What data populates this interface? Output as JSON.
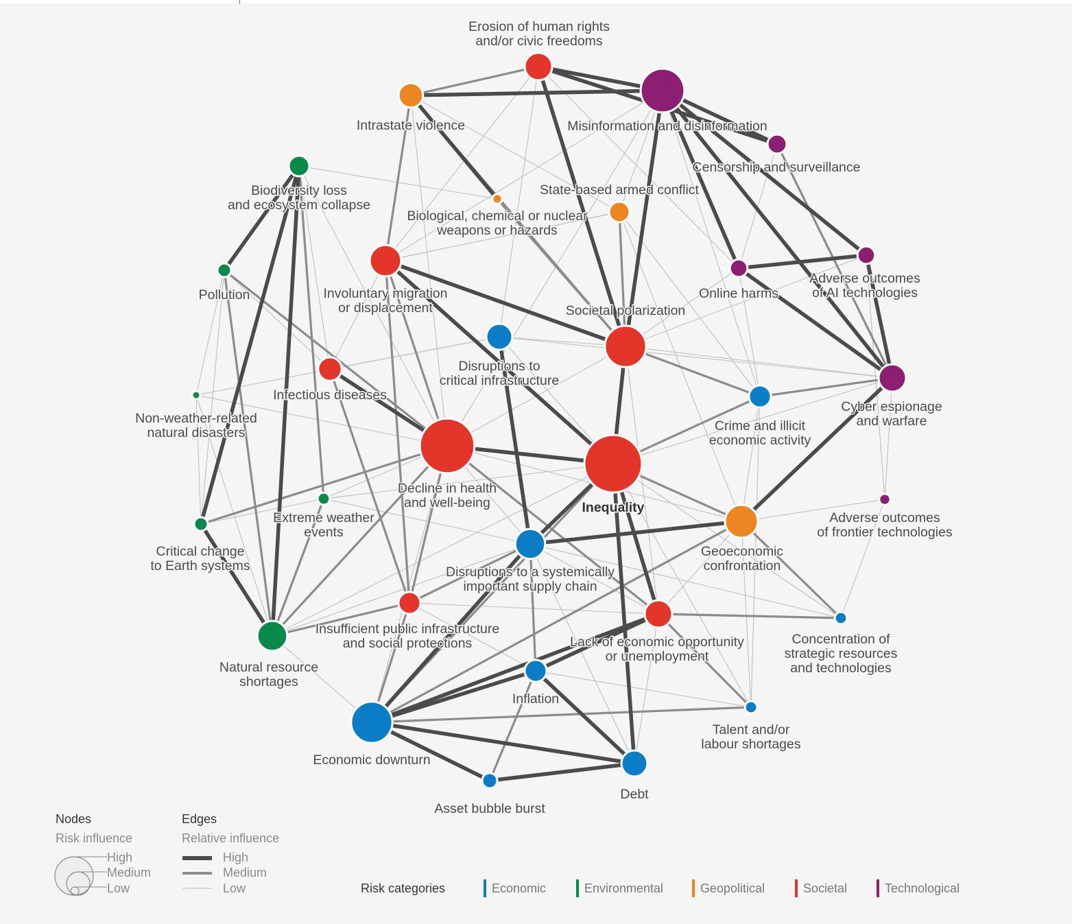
{
  "categories": [
    {
      "id": "economic",
      "label": "Economic",
      "color": "#0b7dc6"
    },
    {
      "id": "environmental",
      "label": "Environmental",
      "color": "#0a8a4a"
    },
    {
      "id": "geopolitical",
      "label": "Geopolitical",
      "color": "#ec8622"
    },
    {
      "id": "societal",
      "label": "Societal",
      "color": "#e3352a"
    },
    {
      "id": "technological",
      "label": "Technological",
      "color": "#8d1f73"
    }
  ],
  "edge_colors": {
    "high": "#4b4b4b",
    "medium": "#8c8c8c",
    "low": "#c4c4c4"
  },
  "nodes": [
    {
      "id": "erosion",
      "label": [
        "Erosion of human rights",
        "and/or civic freedoms"
      ],
      "category": "societal",
      "influence": 0.39
    },
    {
      "id": "intrastate",
      "label": [
        "Intrastate violence"
      ],
      "category": "geopolitical",
      "influence": 0.33
    },
    {
      "id": "misinfo",
      "label": [
        "Misinformation and disinformation"
      ],
      "category": "technological",
      "influence": 0.72
    },
    {
      "id": "censorship",
      "label": [
        "Censorship and surveillance"
      ],
      "category": "technological",
      "influence": 0.22
    },
    {
      "id": "biodiversity",
      "label": [
        "Biodiversity loss",
        "and ecosystem collapse"
      ],
      "category": "environmental",
      "influence": 0.25
    },
    {
      "id": "biochem",
      "label": [
        "Biological, chemical or nuclear",
        "weapons or hazards"
      ],
      "category": "geopolitical",
      "influence": 0.03
    },
    {
      "id": "stateconflict",
      "label": [
        "State-based armed conflict"
      ],
      "category": "geopolitical",
      "influence": 0.25
    },
    {
      "id": "pollution",
      "label": [
        "Pollution"
      ],
      "category": "environmental",
      "influence": 0.11
    },
    {
      "id": "involuntary",
      "label": [
        "Involuntary migration",
        "or displacement"
      ],
      "category": "societal",
      "influence": 0.47
    },
    {
      "id": "onlineharms",
      "label": [
        "Online harms"
      ],
      "category": "technological",
      "influence": 0.19
    },
    {
      "id": "adverseai",
      "label": [
        "Adverse outcomes",
        "of AI technologies"
      ],
      "category": "technological",
      "influence": 0.19
    },
    {
      "id": "infra",
      "label": [
        "Disruptions to",
        "critical infrastructure"
      ],
      "category": "economic",
      "influence": 0.36
    },
    {
      "id": "polarization",
      "label": [
        "Societal polarization"
      ],
      "category": "societal",
      "influence": 0.67
    },
    {
      "id": "infectious",
      "label": [
        "Infectious diseases"
      ],
      "category": "societal",
      "influence": 0.31
    },
    {
      "id": "nonweather",
      "label": [
        "Non-weather-related",
        "natural disasters"
      ],
      "category": "environmental",
      "influence": 0.0
    },
    {
      "id": "crime",
      "label": [
        "Crime and illicit",
        "economic activity"
      ],
      "category": "economic",
      "influence": 0.28
    },
    {
      "id": "cyber",
      "label": [
        "Cyber espionage",
        "and warfare"
      ],
      "category": "technological",
      "influence": 0.39
    },
    {
      "id": "health",
      "label": [
        "Decline in health",
        "and well-being"
      ],
      "category": "societal",
      "influence": 0.94
    },
    {
      "id": "inequality",
      "label": [
        "Inequality"
      ],
      "category": "societal",
      "influence": 1.0,
      "emphasis": true
    },
    {
      "id": "extremeweather",
      "label": [
        "Extreme weather",
        "events"
      ],
      "category": "environmental",
      "influence": 0.08
    },
    {
      "id": "frontier",
      "label": [
        "Adverse outcomes",
        "of frontier technologies"
      ],
      "category": "technological",
      "influence": 0.06
    },
    {
      "id": "criticalchange",
      "label": [
        "Critical change",
        "to Earth systems"
      ],
      "category": "environmental",
      "influence": 0.11
    },
    {
      "id": "geoeconomic",
      "label": [
        "Geoeconomic",
        "confrontation"
      ],
      "category": "geopolitical",
      "influence": 0.5
    },
    {
      "id": "supplychain",
      "label": [
        "Disruptions to a systemically",
        "important supply chain"
      ],
      "category": "economic",
      "influence": 0.44
    },
    {
      "id": "insufficient",
      "label": [
        "Insufficient public infrastructure",
        "and social protections"
      ],
      "category": "societal",
      "influence": 0.28
    },
    {
      "id": "lackopp",
      "label": [
        "Lack of economic opportunity",
        "or unemployment"
      ],
      "category": "societal",
      "influence": 0.39
    },
    {
      "id": "concentration",
      "label": [
        "Concentration of",
        "strategic resources",
        "and technologies"
      ],
      "category": "economic",
      "influence": 0.08
    },
    {
      "id": "naturalresource",
      "label": [
        "Natural resource",
        "shortages"
      ],
      "category": "environmental",
      "influence": 0.44
    },
    {
      "id": "inflation",
      "label": [
        "Inflation"
      ],
      "category": "economic",
      "influence": 0.28
    },
    {
      "id": "talent",
      "label": [
        "Talent and/or",
        "labour shortages"
      ],
      "category": "economic",
      "influence": 0.08
    },
    {
      "id": "econdownturn",
      "label": [
        "Economic downturn"
      ],
      "category": "economic",
      "influence": 0.67
    },
    {
      "id": "debt",
      "label": [
        "Debt"
      ],
      "category": "economic",
      "influence": 0.36
    },
    {
      "id": "assetbubble",
      "label": [
        "Asset bubble burst"
      ],
      "category": "economic",
      "influence": 0.14
    }
  ],
  "edges": [
    [
      "intrastate",
      "misinfo",
      "high"
    ],
    [
      "erosion",
      "misinfo",
      "high"
    ],
    [
      "erosion",
      "censorship",
      "high"
    ],
    [
      "erosion",
      "polarization",
      "high"
    ],
    [
      "misinfo",
      "censorship",
      "high"
    ],
    [
      "misinfo",
      "polarization",
      "high"
    ],
    [
      "misinfo",
      "onlineharms",
      "high"
    ],
    [
      "misinfo",
      "cyber",
      "high"
    ],
    [
      "misinfo",
      "adverseai",
      "high"
    ],
    [
      "onlineharms",
      "adverseai",
      "high"
    ],
    [
      "onlineharms",
      "cyber",
      "high"
    ],
    [
      "adverseai",
      "cyber",
      "high"
    ],
    [
      "intrastate",
      "biochem",
      "high"
    ],
    [
      "biodiversity",
      "pollution",
      "high"
    ],
    [
      "biodiversity",
      "naturalresource",
      "high"
    ],
    [
      "biodiversity",
      "criticalchange",
      "high"
    ],
    [
      "criticalchange",
      "naturalresource",
      "high"
    ],
    [
      "involuntary",
      "polarization",
      "high"
    ],
    [
      "involuntary",
      "inequality",
      "high"
    ],
    [
      "infra",
      "supplychain",
      "high"
    ],
    [
      "infectious",
      "health",
      "high"
    ],
    [
      "health",
      "inequality",
      "high"
    ],
    [
      "polarization",
      "inequality",
      "high"
    ],
    [
      "inequality",
      "lackopp",
      "high"
    ],
    [
      "inequality",
      "supplychain",
      "high"
    ],
    [
      "inequality",
      "debt",
      "high"
    ],
    [
      "supplychain",
      "geoeconomic",
      "high"
    ],
    [
      "geoeconomic",
      "cyber",
      "high"
    ],
    [
      "econdownturn",
      "inflation",
      "high"
    ],
    [
      "econdownturn",
      "debt",
      "high"
    ],
    [
      "econdownturn",
      "lackopp",
      "high"
    ],
    [
      "econdownturn",
      "supplychain",
      "high"
    ],
    [
      "econdownturn",
      "assetbubble",
      "high"
    ],
    [
      "inflation",
      "debt",
      "high"
    ],
    [
      "assetbubble",
      "debt",
      "high"
    ],
    [
      "lackopp",
      "inflation",
      "high"
    ],
    [
      "erosion",
      "intrastate",
      "medium"
    ],
    [
      "censorship",
      "cyber",
      "medium"
    ],
    [
      "intrastate",
      "polarization",
      "medium"
    ],
    [
      "involuntary",
      "health",
      "medium"
    ],
    [
      "health",
      "insufficient",
      "medium"
    ],
    [
      "inflation",
      "assetbubble",
      "medium"
    ],
    [
      "supplychain",
      "inflation",
      "medium"
    ],
    [
      "econdownturn",
      "insufficient",
      "medium"
    ],
    [
      "econdownturn",
      "talent",
      "medium"
    ],
    [
      "lackopp",
      "talent",
      "medium"
    ],
    [
      "geoeconomic",
      "concentration",
      "medium"
    ],
    [
      "crime",
      "polarization",
      "medium"
    ],
    [
      "crime",
      "cyber",
      "medium"
    ],
    [
      "naturalresource",
      "extremeweather",
      "medium"
    ],
    [
      "naturalresource",
      "health",
      "medium"
    ],
    [
      "naturalresource",
      "insufficient",
      "medium"
    ],
    [
      "pollution",
      "health",
      "medium"
    ],
    [
      "pollution",
      "naturalresource",
      "medium"
    ],
    [
      "criticalchange",
      "health",
      "medium"
    ],
    [
      "biodiversity",
      "extremeweather",
      "medium"
    ],
    [
      "intrastate",
      "involuntary",
      "medium"
    ],
    [
      "stateconflict",
      "polarization",
      "medium"
    ],
    [
      "biochem",
      "polarization",
      "medium"
    ],
    [
      "involuntary",
      "insufficient",
      "medium"
    ],
    [
      "inequality",
      "econdownturn",
      "medium"
    ],
    [
      "geoeconomic",
      "inequality",
      "medium"
    ],
    [
      "infectious",
      "insufficient",
      "medium"
    ],
    [
      "health",
      "lackopp",
      "medium"
    ],
    [
      "supplychain",
      "insufficient",
      "medium"
    ],
    [
      "geoeconomic",
      "econdownturn",
      "medium"
    ],
    [
      "crime",
      "inequality",
      "medium"
    ],
    [
      "lackopp",
      "concentration",
      "medium"
    ],
    [
      "erosion",
      "onlineharms",
      "low"
    ],
    [
      "erosion",
      "involuntary",
      "low"
    ],
    [
      "erosion",
      "infra",
      "low"
    ],
    [
      "intrastate",
      "stateconflict",
      "low"
    ],
    [
      "misinfo",
      "stateconflict",
      "low"
    ],
    [
      "misinfo",
      "crime",
      "low"
    ],
    [
      "biodiversity",
      "biochem",
      "low"
    ],
    [
      "biodiversity",
      "health",
      "low"
    ],
    [
      "biodiversity",
      "infectious",
      "low"
    ],
    [
      "pollution",
      "infectious",
      "low"
    ],
    [
      "pollution",
      "nonweather",
      "low"
    ],
    [
      "pollution",
      "criticalchange",
      "low"
    ],
    [
      "nonweather",
      "health",
      "low"
    ],
    [
      "nonweather",
      "naturalresource",
      "low"
    ],
    [
      "nonweather",
      "infra",
      "low"
    ],
    [
      "nonweather",
      "criticalchange",
      "low"
    ],
    [
      "extremeweather",
      "health",
      "low"
    ],
    [
      "extremeweather",
      "inequality",
      "low"
    ],
    [
      "extremeweather",
      "criticalchange",
      "low"
    ],
    [
      "extremeweather",
      "supplychain",
      "low"
    ],
    [
      "infra",
      "polarization",
      "low"
    ],
    [
      "infra",
      "cyber",
      "low"
    ],
    [
      "infra",
      "infectious",
      "low"
    ],
    [
      "infra",
      "inequality",
      "low"
    ],
    [
      "stateconflict",
      "crime",
      "low"
    ],
    [
      "stateconflict",
      "geoeconomic",
      "low"
    ],
    [
      "stateconflict",
      "involuntary",
      "low"
    ],
    [
      "onlineharms",
      "crime",
      "low"
    ],
    [
      "onlineharms",
      "polarization",
      "low"
    ],
    [
      "adverseai",
      "frontier",
      "low"
    ],
    [
      "adverseai",
      "polarization",
      "low"
    ],
    [
      "cyber",
      "frontier",
      "low"
    ],
    [
      "cyber",
      "polarization",
      "low"
    ],
    [
      "cyber",
      "inequality",
      "low"
    ],
    [
      "frontier",
      "concentration",
      "low"
    ],
    [
      "frontier",
      "geoeconomic",
      "low"
    ],
    [
      "crime",
      "talent",
      "low"
    ],
    [
      "crime",
      "geoeconomic",
      "low"
    ],
    [
      "geoeconomic",
      "lackopp",
      "low"
    ],
    [
      "geoeconomic",
      "talent",
      "low"
    ],
    [
      "supplychain",
      "debt",
      "low"
    ],
    [
      "supplychain",
      "lackopp",
      "low"
    ],
    [
      "supplychain",
      "concentration",
      "low"
    ],
    [
      "insufficient",
      "lackopp",
      "low"
    ],
    [
      "insufficient",
      "inflation",
      "low"
    ],
    [
      "naturalresource",
      "econdownturn",
      "low"
    ],
    [
      "naturalresource",
      "supplychain",
      "low"
    ],
    [
      "naturalresource",
      "inequality",
      "low"
    ],
    [
      "health",
      "supplychain",
      "low"
    ],
    [
      "health",
      "econdownturn",
      "low"
    ],
    [
      "health",
      "polarization",
      "low"
    ],
    [
      "health",
      "geoeconomic",
      "low"
    ],
    [
      "inequality",
      "talent",
      "low"
    ],
    [
      "inequality",
      "concentration",
      "low"
    ],
    [
      "lackopp",
      "debt",
      "low"
    ],
    [
      "talent",
      "inflation",
      "low"
    ],
    [
      "econdownturn",
      "talent",
      "low"
    ],
    [
      "involuntary",
      "infectious",
      "low"
    ],
    [
      "involuntary",
      "stateconflict",
      "low"
    ],
    [
      "intrastate",
      "health",
      "low"
    ],
    [
      "misinfo",
      "health",
      "low"
    ],
    [
      "misinfo",
      "involuntary",
      "low"
    ],
    [
      "censorship",
      "onlineharms",
      "low"
    ],
    [
      "polarization",
      "lackopp",
      "low"
    ]
  ],
  "legend": {
    "nodes_title": "Nodes",
    "nodes_sub": "Risk influence",
    "edges_title": "Edges",
    "edges_sub": "Relative influence",
    "levels": [
      "High",
      "Medium",
      "Low"
    ],
    "categories_title": "Risk categories"
  }
}
